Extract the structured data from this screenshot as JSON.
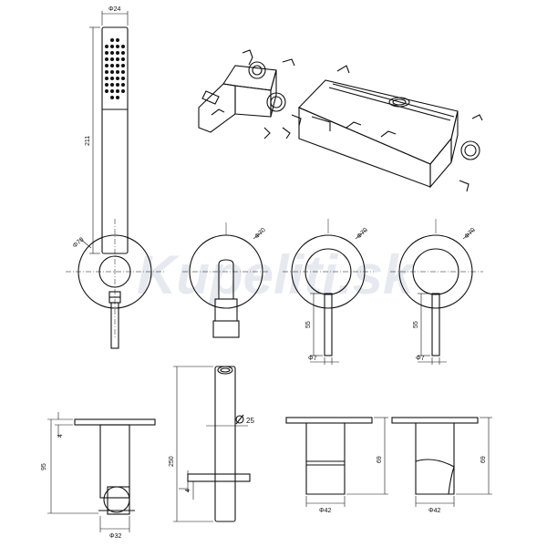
{
  "watermark": {
    "text": "Kupeliti.sk"
  },
  "colors": {
    "line": "#111111",
    "watermark": "#e6e9ef",
    "background": "#ffffff"
  },
  "dimensions": {
    "shower_head_diameter": "Φ24",
    "shower_head_length": "211",
    "plate_1_diameter": "Φ70",
    "plate_2_diameter": "Φ70",
    "plate_3_diameter": "Φ70",
    "plate_4_diameter": "Φ70",
    "lever_3_height": "55",
    "lever_3_diameter": "Φ7",
    "lever_4_height": "55",
    "lever_4_diameter": "Φ7",
    "side_1_offset": "4",
    "side_1_height": "95",
    "side_1_diameter": "Φ32",
    "spout_length": "250",
    "spout_diameter": "25",
    "spout_offset": "4",
    "side_3_height": "69",
    "side_3_diameter": "Φ42",
    "side_4_height": "69",
    "side_4_diameter": "Φ42"
  }
}
